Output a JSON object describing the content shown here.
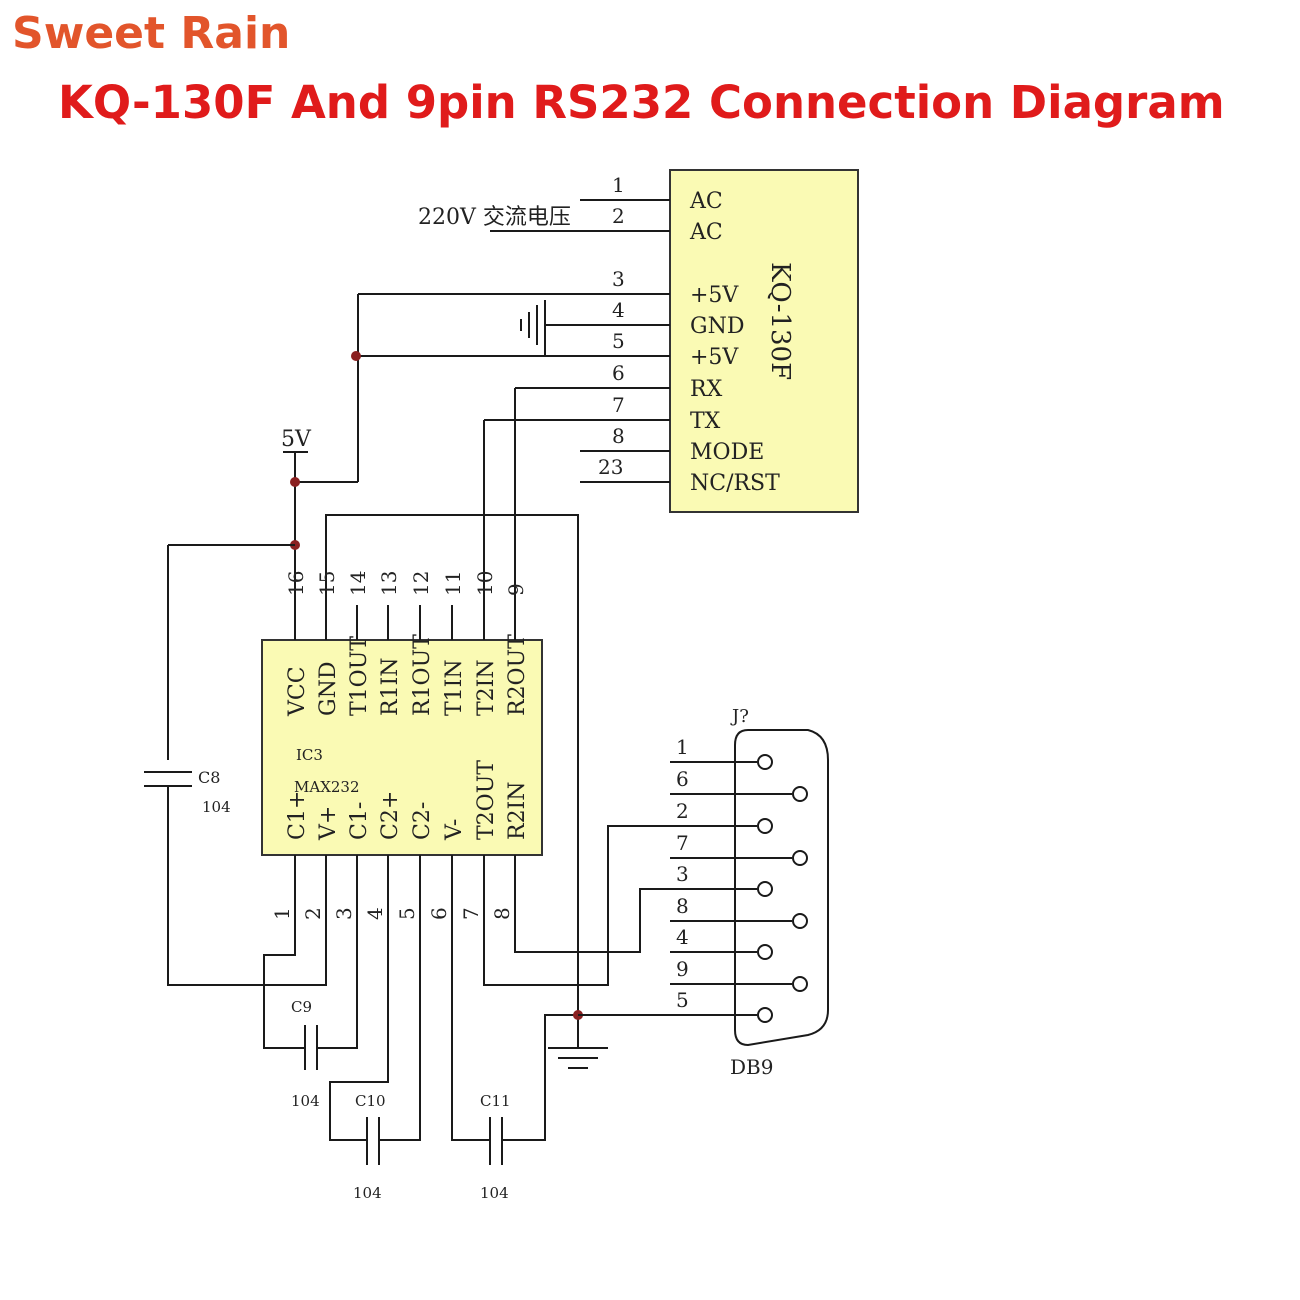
{
  "header": {
    "brand": "Sweet Rain",
    "title": "KQ-130F And 9pin RS232 Connection Diagram",
    "brand_color": "#e2552b",
    "title_color": "#e01b1b"
  },
  "kq130f": {
    "name": "KQ-130F",
    "pins": [
      {
        "num": "1",
        "label": "AC"
      },
      {
        "num": "2",
        "label": "AC"
      },
      {
        "num": "3",
        "label": "+5V"
      },
      {
        "num": "4",
        "label": "GND"
      },
      {
        "num": "5",
        "label": "+5V"
      },
      {
        "num": "6",
        "label": "RX"
      },
      {
        "num": "7",
        "label": "TX"
      },
      {
        "num": "8",
        "label": "MODE"
      },
      {
        "num": "23",
        "label": "NC/RST"
      }
    ],
    "ac_input_label": "220V 交流电压",
    "box_color": "#fafab4"
  },
  "supply_label": "5V",
  "max232": {
    "designator": "IC3",
    "part": "MAX232",
    "top_pins": [
      {
        "num": "16",
        "label": "VCC"
      },
      {
        "num": "15",
        "label": "GND"
      },
      {
        "num": "14",
        "label": "T1OUT"
      },
      {
        "num": "13",
        "label": "R1IN"
      },
      {
        "num": "12",
        "label": "R1OUT"
      },
      {
        "num": "11",
        "label": "T1IN"
      },
      {
        "num": "10",
        "label": "T2IN"
      },
      {
        "num": "9",
        "label": "R2OUT"
      }
    ],
    "bottom_pins": [
      {
        "num": "1",
        "label": "C1+"
      },
      {
        "num": "2",
        "label": "V+"
      },
      {
        "num": "3",
        "label": "C1-"
      },
      {
        "num": "4",
        "label": "C2+"
      },
      {
        "num": "5",
        "label": "C2-"
      },
      {
        "num": "6",
        "label": "V-"
      },
      {
        "num": "7",
        "label": "T2OUT"
      },
      {
        "num": "8",
        "label": "R2IN"
      }
    ]
  },
  "capacitors": [
    {
      "ref": "C8",
      "value": "104"
    },
    {
      "ref": "C9",
      "value": "104"
    },
    {
      "ref": "C10",
      "value": "104"
    },
    {
      "ref": "C11",
      "value": "104"
    }
  ],
  "db9": {
    "ref": "J?",
    "name": "DB9",
    "pin_order": [
      "1",
      "6",
      "2",
      "7",
      "3",
      "8",
      "4",
      "9",
      "5"
    ]
  }
}
